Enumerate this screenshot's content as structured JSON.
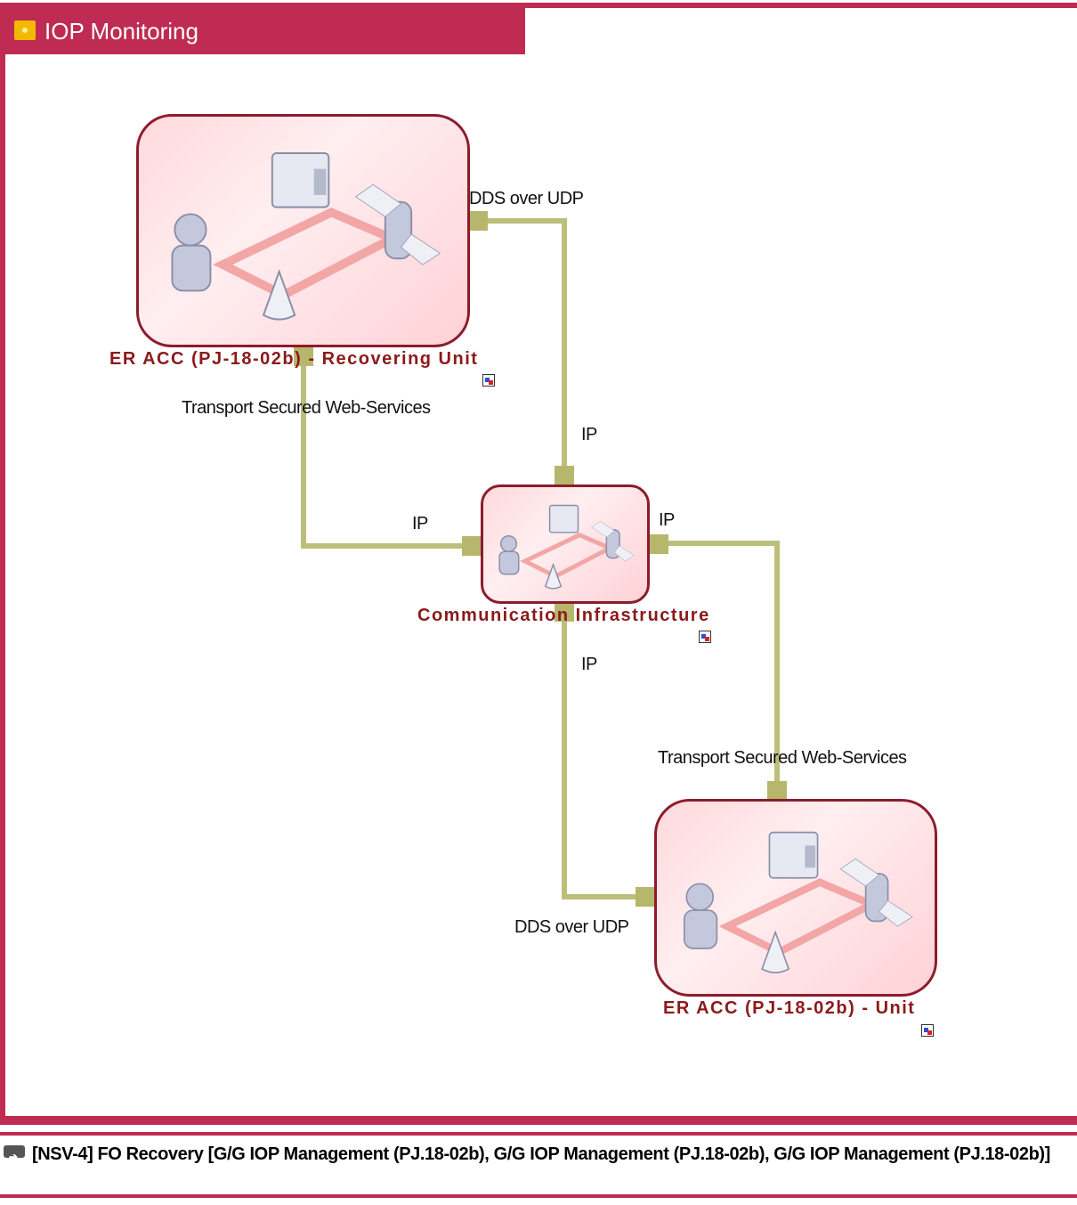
{
  "window": {
    "title": "IOP Monitoring"
  },
  "nodes": [
    {
      "name": "ER ACC (PJ-18-02b) - Recovering Unit"
    },
    {
      "name": "Communication Infrastructure"
    },
    {
      "name": "ER ACC (PJ-18-02b) - Unit"
    }
  ],
  "connections": [
    {
      "label": "DDS over UDP"
    },
    {
      "label": "IP"
    },
    {
      "label": "Transport Secured Web-Services"
    },
    {
      "label": "IP"
    },
    {
      "label": "IP"
    },
    {
      "label": "IP"
    },
    {
      "label": "Transport Secured Web-Services"
    },
    {
      "label": "DDS over UDP"
    }
  ],
  "footer": {
    "text": "[NSV-4] FO Recovery [G/G IOP Management (PJ.18-02b), G/G IOP Management (PJ.18-02b), G/G IOP Management (PJ.18-02b)]"
  },
  "colors": {
    "frame": "#bf2b52",
    "connector": "#bcbf7a",
    "node_border": "#8c1c2c",
    "node_label": "#8b1a1a"
  }
}
